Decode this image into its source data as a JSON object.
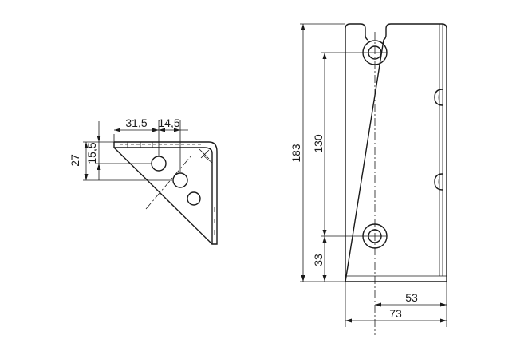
{
  "side_view": {
    "dim_width_31_5": "31,5",
    "dim_width_14_5": "14,5",
    "dim_height_27": "27",
    "dim_height_15_5": "15,5"
  },
  "front_view": {
    "dim_total_height": "183",
    "dim_hole_spacing": "130",
    "dim_bottom_hole": "33",
    "dim_inner_width": "53",
    "dim_total_width": "73"
  }
}
